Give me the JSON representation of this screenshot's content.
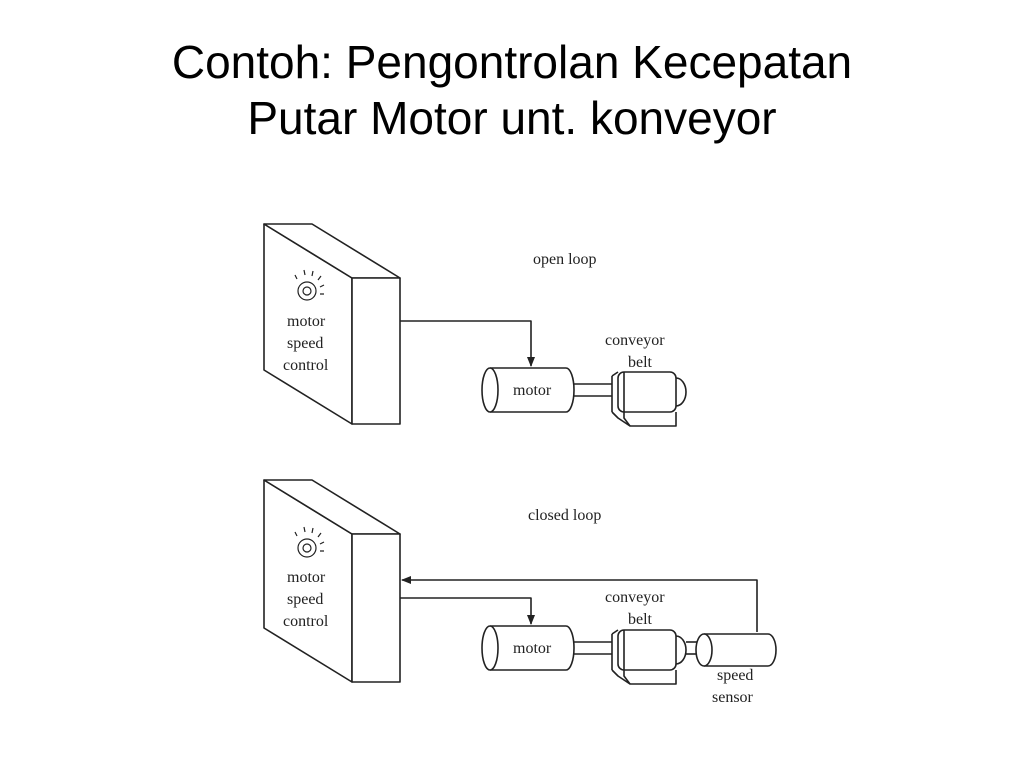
{
  "title": {
    "line1": "Contoh: Pengontrolan Kecepatan",
    "line2": "Putar Motor unt. konveyor"
  },
  "open_loop": {
    "caption": "open loop",
    "controller": {
      "line1": "motor",
      "line2": "speed",
      "line3": "control",
      "icon": "knob-dial-icon"
    },
    "motor_label": "motor",
    "conveyor": {
      "line1": "conveyor",
      "line2": "belt"
    }
  },
  "closed_loop": {
    "caption": "closed loop",
    "controller": {
      "line1": "motor",
      "line2": "speed",
      "line3": "control",
      "icon": "knob-dial-icon"
    },
    "motor_label": "motor",
    "conveyor": {
      "line1": "conveyor",
      "line2": "belt"
    },
    "sensor": {
      "line1": "speed",
      "line2": "sensor"
    }
  },
  "colors": {
    "stroke": "#222222",
    "text": "#000000",
    "background": "#ffffff"
  }
}
